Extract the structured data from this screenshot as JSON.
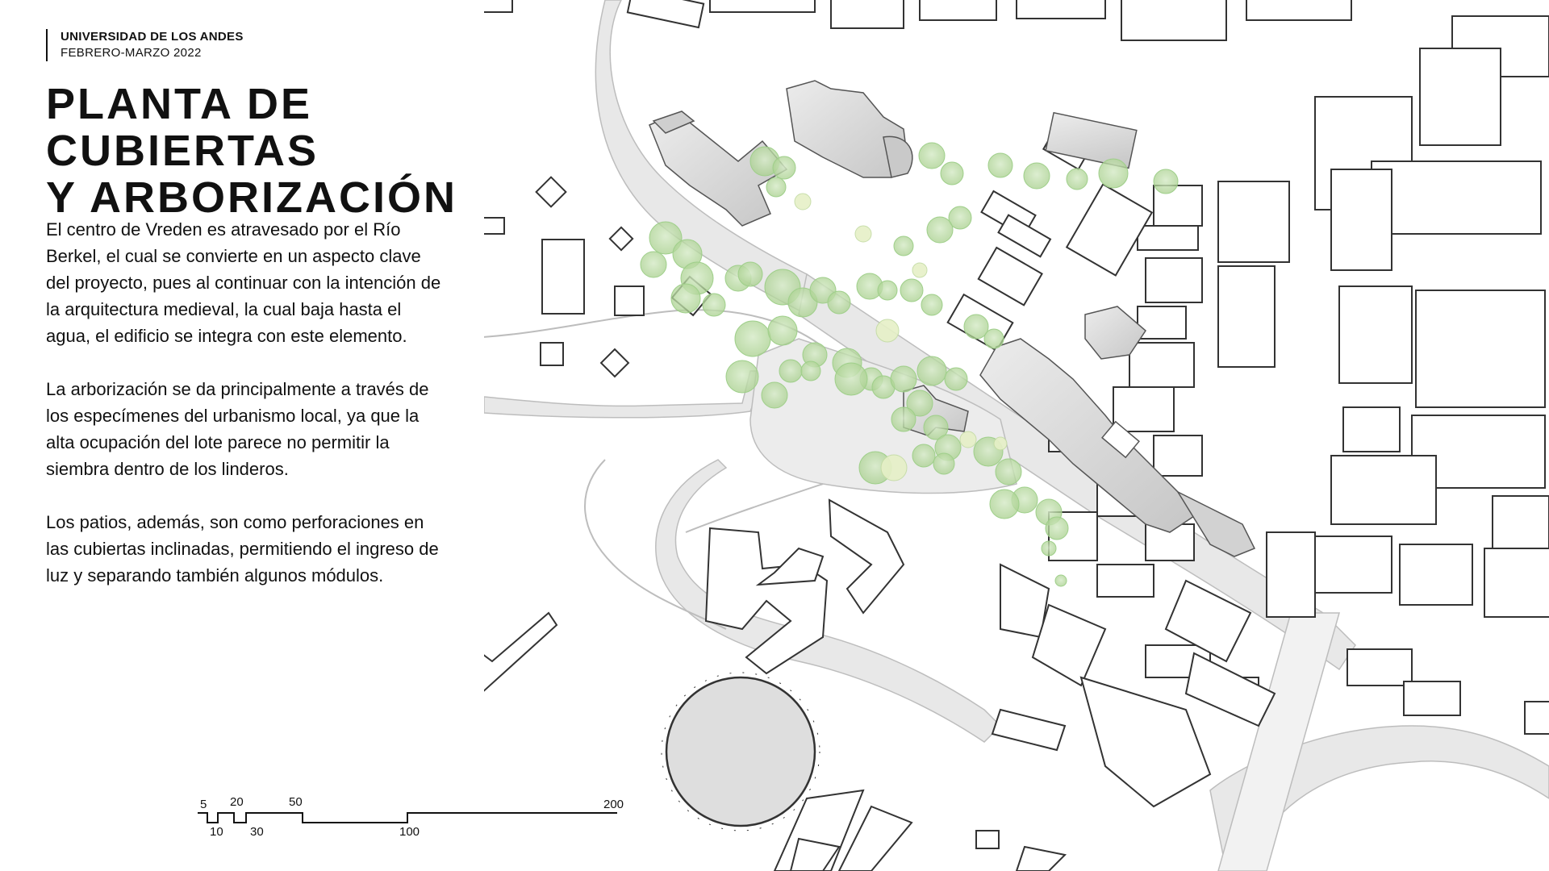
{
  "header": {
    "institution": "UNIVERSIDAD DE LOS ANDES",
    "date": "FEBRERO-MARZO 2022"
  },
  "title": {
    "line1": "PLANTA DE CUBIERTAS",
    "line2": "Y ARBORIZACIÓN"
  },
  "body": {
    "paragraph1": "El centro de Vreden es atravesado por el Río Berkel, el cual se convierte en un aspecto clave del proyecto, pues al continuar con la intención de la arquitectura medieval, la cual baja hasta el agua, el edificio se integra con este elemento.",
    "paragraph2": "La arborización se da principalmente a través de los especímenes del urbanismo local, ya que la alta ocupación del lote parece no permitir la siembra dentro de los linderos.",
    "paragraph3": "Los patios, además, son como perforaciones en las cubiertas inclinadas, permitiendo el ingreso de luz y separando también algunos módulos."
  },
  "scale": {
    "top_labels": [
      "5",
      "20",
      "50",
      "200"
    ],
    "bottom_labels": [
      "10",
      "30",
      "100"
    ]
  },
  "colors": {
    "tree_fill": "#a8d08d",
    "road_fill": "#e6e6e6",
    "roof_gray": "#d9d9d9",
    "line": "#333333"
  },
  "map": {
    "content": "site-plan",
    "features": [
      "river",
      "roads",
      "buildings",
      "trees",
      "circular-plaza",
      "project-building"
    ]
  }
}
